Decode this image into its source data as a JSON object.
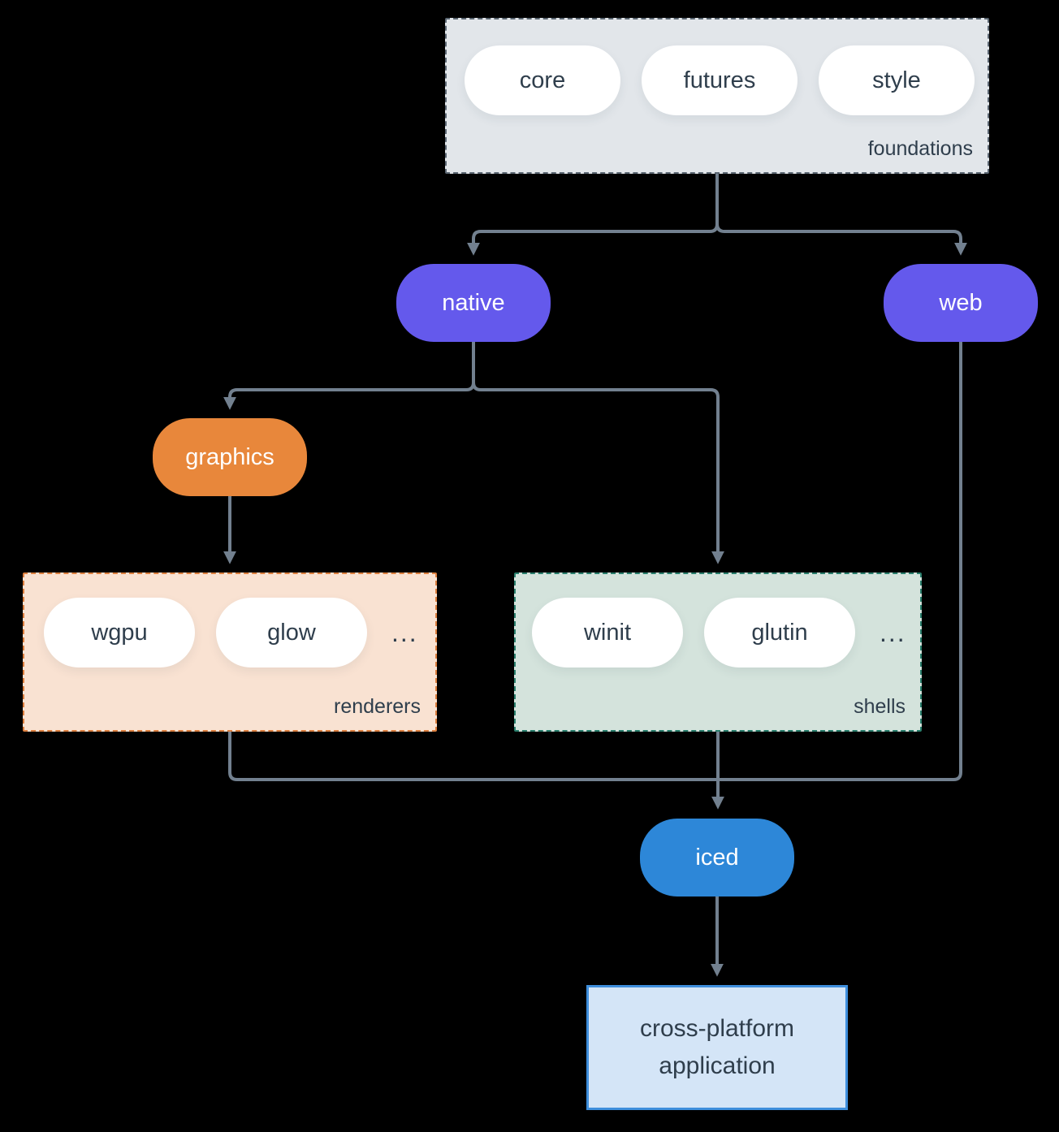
{
  "canvas": {
    "background": "#000000",
    "connector_color": "#72808f"
  },
  "foundations_group": {
    "label": "foundations",
    "items": [
      "core",
      "futures",
      "style"
    ],
    "fill": "#e2e6ea",
    "border_color": "#5b6672"
  },
  "nodes": {
    "native": {
      "label": "native",
      "fill": "#6459ec",
      "text_color": "#ffffff"
    },
    "web": {
      "label": "web",
      "fill": "#6459ec",
      "text_color": "#ffffff"
    },
    "graphics": {
      "label": "graphics",
      "fill": "#e8873b",
      "text_color": "#ffffff"
    },
    "iced": {
      "label": "iced",
      "fill": "#2d87d8",
      "text_color": "#ffffff"
    }
  },
  "renderers_group": {
    "label": "renderers",
    "items": [
      "wgpu",
      "glow"
    ],
    "ellipsis": "...",
    "fill": "#f9e2d2",
    "border_color": "#dd8040"
  },
  "shells_group": {
    "label": "shells",
    "items": [
      "winit",
      "glutin"
    ],
    "ellipsis": "...",
    "fill": "#d4e3dc",
    "border_color": "#2a7f6d"
  },
  "application_box": {
    "label": "cross-platform application",
    "fill": "#d4e5f7",
    "border_color": "#3e8edc",
    "text_color": "#2f3e4c"
  },
  "group_label_color": "#2f3e4c"
}
